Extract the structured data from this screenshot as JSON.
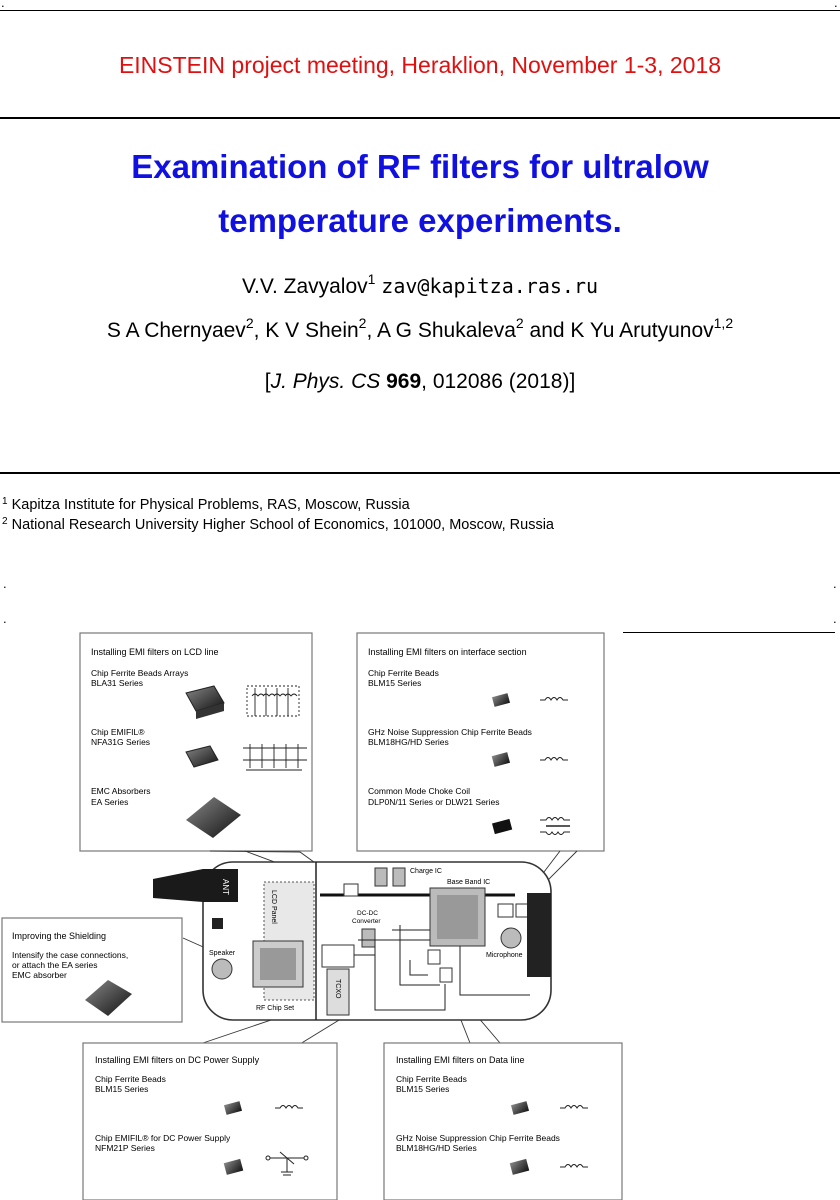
{
  "meeting": "EINSTEIN project meeting, Heraklion, November 1-3, 2018",
  "title_line1": "Examination of RF filters for ultralow",
  "title_line2": "temperature experiments.",
  "author1": {
    "name": "V.V. Zavyalov",
    "sup": "1",
    "email": "zav@kapitza.ras.ru"
  },
  "authors2": {
    "a1": "S A Chernyaev",
    "s1": "2",
    "a2": ", K V Shein",
    "s2": "2",
    "a3": ", A G Shukaleva",
    "s3": "2",
    "a4": " and K Yu Arutyunov",
    "s4": "1,2"
  },
  "citation": {
    "open": "[",
    "journal": "J. Phys. CS",
    "volume": "969",
    "rest": ", 012086 (2018)]"
  },
  "affiliations": [
    {
      "sup": "1",
      "text": " Kapitza Institute for Physical Problems, RAS, Moscow, Russia"
    },
    {
      "sup": "2",
      "text": " National Research University Higher School of Economics, 101000, Moscow, Russia"
    }
  ],
  "dot": ".",
  "figure": {
    "lcd": {
      "heading": "Installing EMI filters on LCD line",
      "item1_l1": "Chip Ferrite Beads Arrays",
      "item1_l2": "BLA31 Series",
      "item2_l1": "Chip EMIFIL®",
      "item2_l2": "NFA31G Series",
      "item3_l1": "EMC Absorbers",
      "item3_l2": "EA Series"
    },
    "interface": {
      "heading": "Installing EMI filters on interface section",
      "item1_l1": "Chip Ferrite Beads",
      "item1_l2": "BLM15 Series",
      "item2_l1": "GHz Noise Suppression Chip Ferrite Beads",
      "item2_l2": "BLM18HG/HD Series",
      "item3_l1": "Common Mode Choke Coil",
      "item3_l2": "DLP0N/11 Series or DLW21 Series"
    },
    "shield": {
      "heading": "Improving the Shielding",
      "l1": "Intensify the case connections,",
      "l2": "or attach the EA series",
      "l3": "EMC absorber"
    },
    "dc": {
      "heading": "Installing EMI filters on DC Power Supply",
      "item1_l1": "Chip Ferrite Beads",
      "item1_l2": "BLM15 Series",
      "item2_l1": "Chip EMIFIL® for DC Power Supply",
      "item2_l2": "NFM21P Series"
    },
    "data": {
      "heading": "Installing EMI filters on Data line",
      "item1_l1": "Chip Ferrite Beads",
      "item1_l2": "BLM15 Series",
      "item2_l1": "GHz Noise Suppression Chip Ferrite Beads",
      "item2_l2": "BLM18HG/HD Series"
    },
    "phone": {
      "charge_ic": "Charge IC",
      "base_band": "Base Band IC",
      "dcdc_l1": "DC-DC",
      "dcdc_l2": "Converter",
      "lcd_panel": "LCD Panel",
      "speaker": "Speaker",
      "microphone": "Microphone",
      "rf_chip": "RF Chip Set",
      "tcxo": "TCXO",
      "antenna": "ANT"
    }
  }
}
